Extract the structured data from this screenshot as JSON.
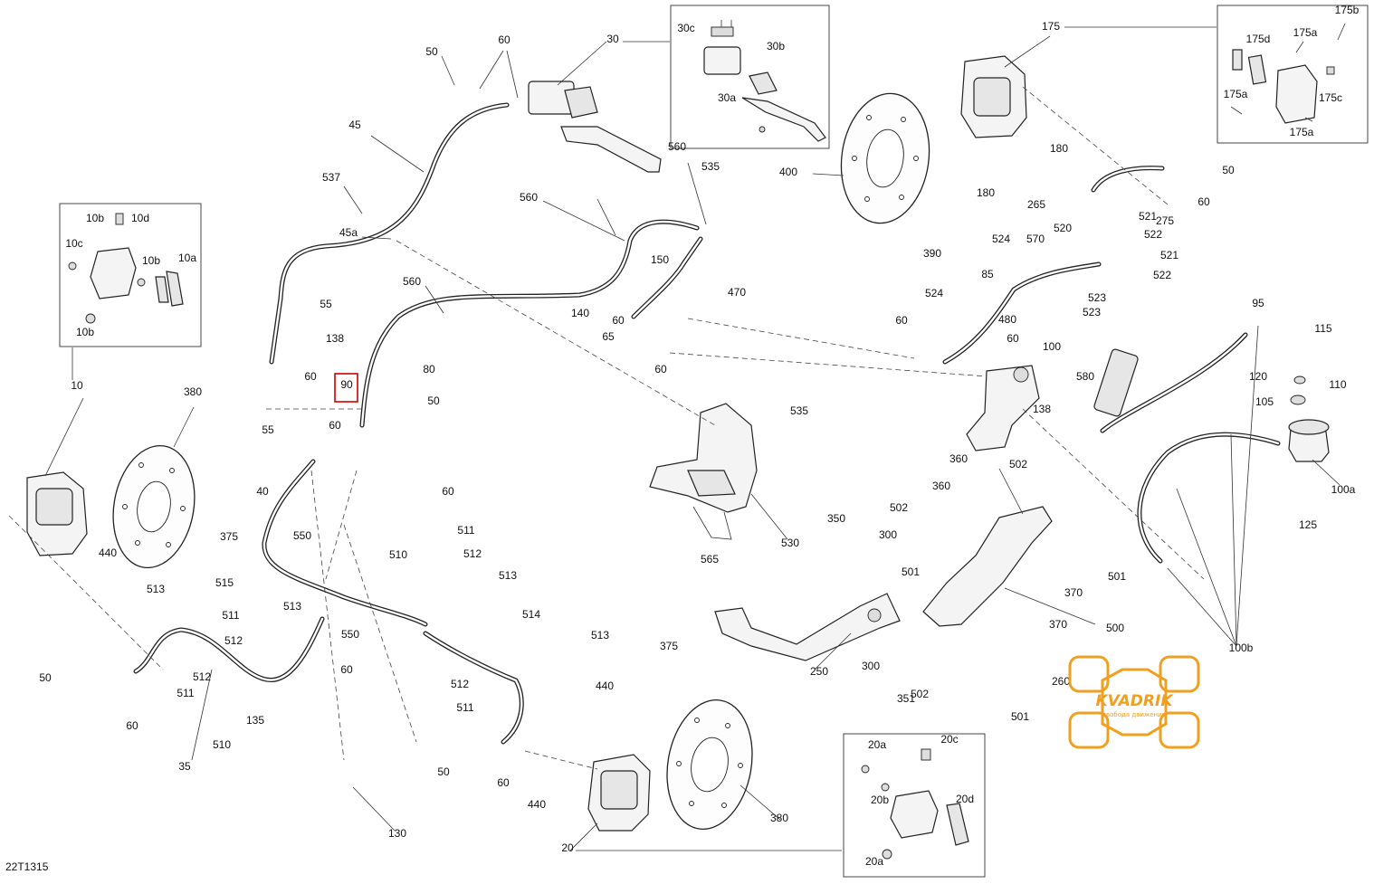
{
  "diagram": {
    "code": "22T1315",
    "highlighted_callout": "90",
    "colors": {
      "line": "#222222",
      "highlight": "#cc0000",
      "logo": "#f0a020"
    }
  },
  "logo": {
    "text": "KVADRIK",
    "tagline": "свобода движения",
    "icon": "atv-tire-frame-logo"
  },
  "callouts": [
    "50",
    "60",
    "30",
    "45",
    "537",
    "45a",
    "55",
    "60",
    "138",
    "90",
    "80",
    "50",
    "60",
    "55",
    "60",
    "40",
    "550",
    "513",
    "515",
    "511",
    "512",
    "513",
    "550",
    "60",
    "50",
    "60",
    "511",
    "512",
    "35",
    "510",
    "135",
    "130",
    "510",
    "511",
    "512",
    "513",
    "514",
    "513",
    "512",
    "511",
    "50",
    "60",
    "440",
    "440",
    "20",
    "375",
    "380",
    "10",
    "380",
    "375",
    "440",
    "560",
    "535",
    "560",
    "150",
    "140",
    "470",
    "560",
    "60",
    "65",
    "60",
    "535",
    "530",
    "565",
    "400",
    "390",
    "175",
    "180",
    "180",
    "50",
    "60",
    "265",
    "521",
    "275",
    "522",
    "524",
    "570",
    "520",
    "521",
    "522",
    "523",
    "523",
    "85",
    "524",
    "60",
    "480",
    "60",
    "100",
    "138",
    "580",
    "95",
    "115",
    "120",
    "110",
    "105",
    "100a",
    "125",
    "100b",
    "360",
    "502",
    "360",
    "502",
    "501",
    "350",
    "300",
    "250",
    "300",
    "351",
    "370",
    "370",
    "500",
    "260",
    "502",
    "501",
    "501",
    "30c",
    "30b",
    "30a",
    "175b",
    "175d",
    "175a",
    "175a",
    "175c",
    "175a",
    "10b",
    "10d",
    "10c",
    "10b",
    "10a",
    "10b",
    "20a",
    "20c",
    "20b",
    "20d",
    "20a"
  ]
}
